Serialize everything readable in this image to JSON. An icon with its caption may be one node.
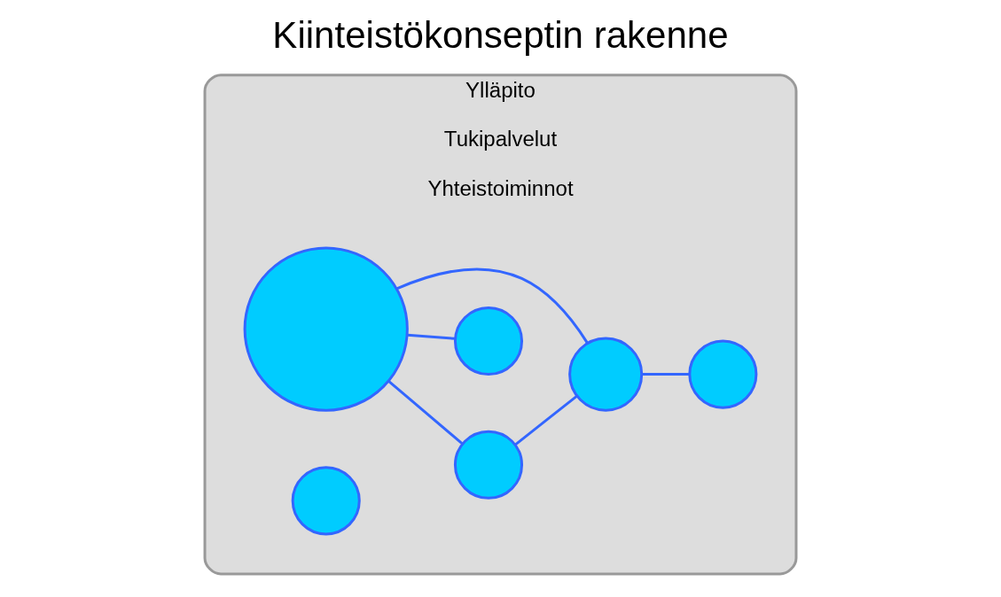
{
  "diagram": {
    "title": "Kiinteistökonseptin rakenne",
    "nodes": [
      {
        "text": [
          "Ylläpito",
          "Tukipalvelut",
          "Yhteistoiminnot"
        ]
      },
      {
        "text": [],
        "shape": "circle",
        "in": 0
      },
      {
        "text": [],
        "shape": "circle",
        "in": 0
      },
      {
        "text": [],
        "shape": "circle",
        "in": 0
      },
      {
        "text": [],
        "shape": "circle",
        "in": 0
      },
      {
        "text": [],
        "shape": "circle",
        "in": 0
      },
      {
        "text": [],
        "shape": "circle",
        "in": 0
      }
    ],
    "edges": [
      {
        "from": 4,
        "to": 1,
        "arrow": "none"
      },
      {
        "from": 4,
        "to": 2,
        "arrow": "none"
      },
      {
        "from": 4,
        "to": 3,
        "arrow": "none"
      },
      {
        "from": 1,
        "to": 3,
        "arrow": "none"
      },
      {
        "from": 3,
        "to": 6,
        "arrow": "none"
      }
    ]
  }
}
